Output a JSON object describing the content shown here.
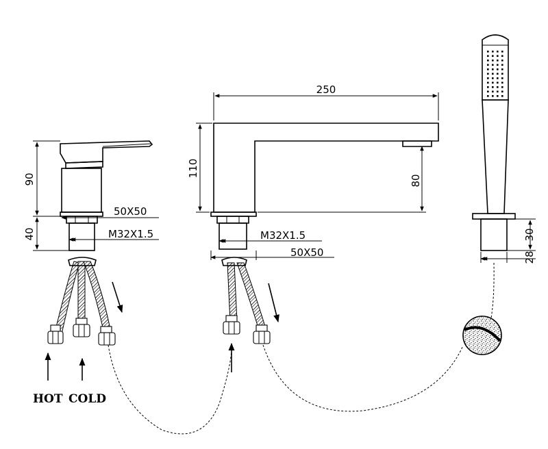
{
  "dimensions": {
    "mixer_height": "90",
    "mixer_base_height": "40",
    "mixer_base_size": "50X50",
    "mixer_thread": "M32X1.5",
    "spout_length": "250",
    "spout_height": "110",
    "spout_outlet_height": "80",
    "spout_thread": "M32X1.5",
    "spout_base_size": "50X50",
    "handshower_base_height": "30",
    "handshower_base_diameter": "28"
  },
  "labels": {
    "hot": "HOT",
    "cold": "COLD"
  }
}
